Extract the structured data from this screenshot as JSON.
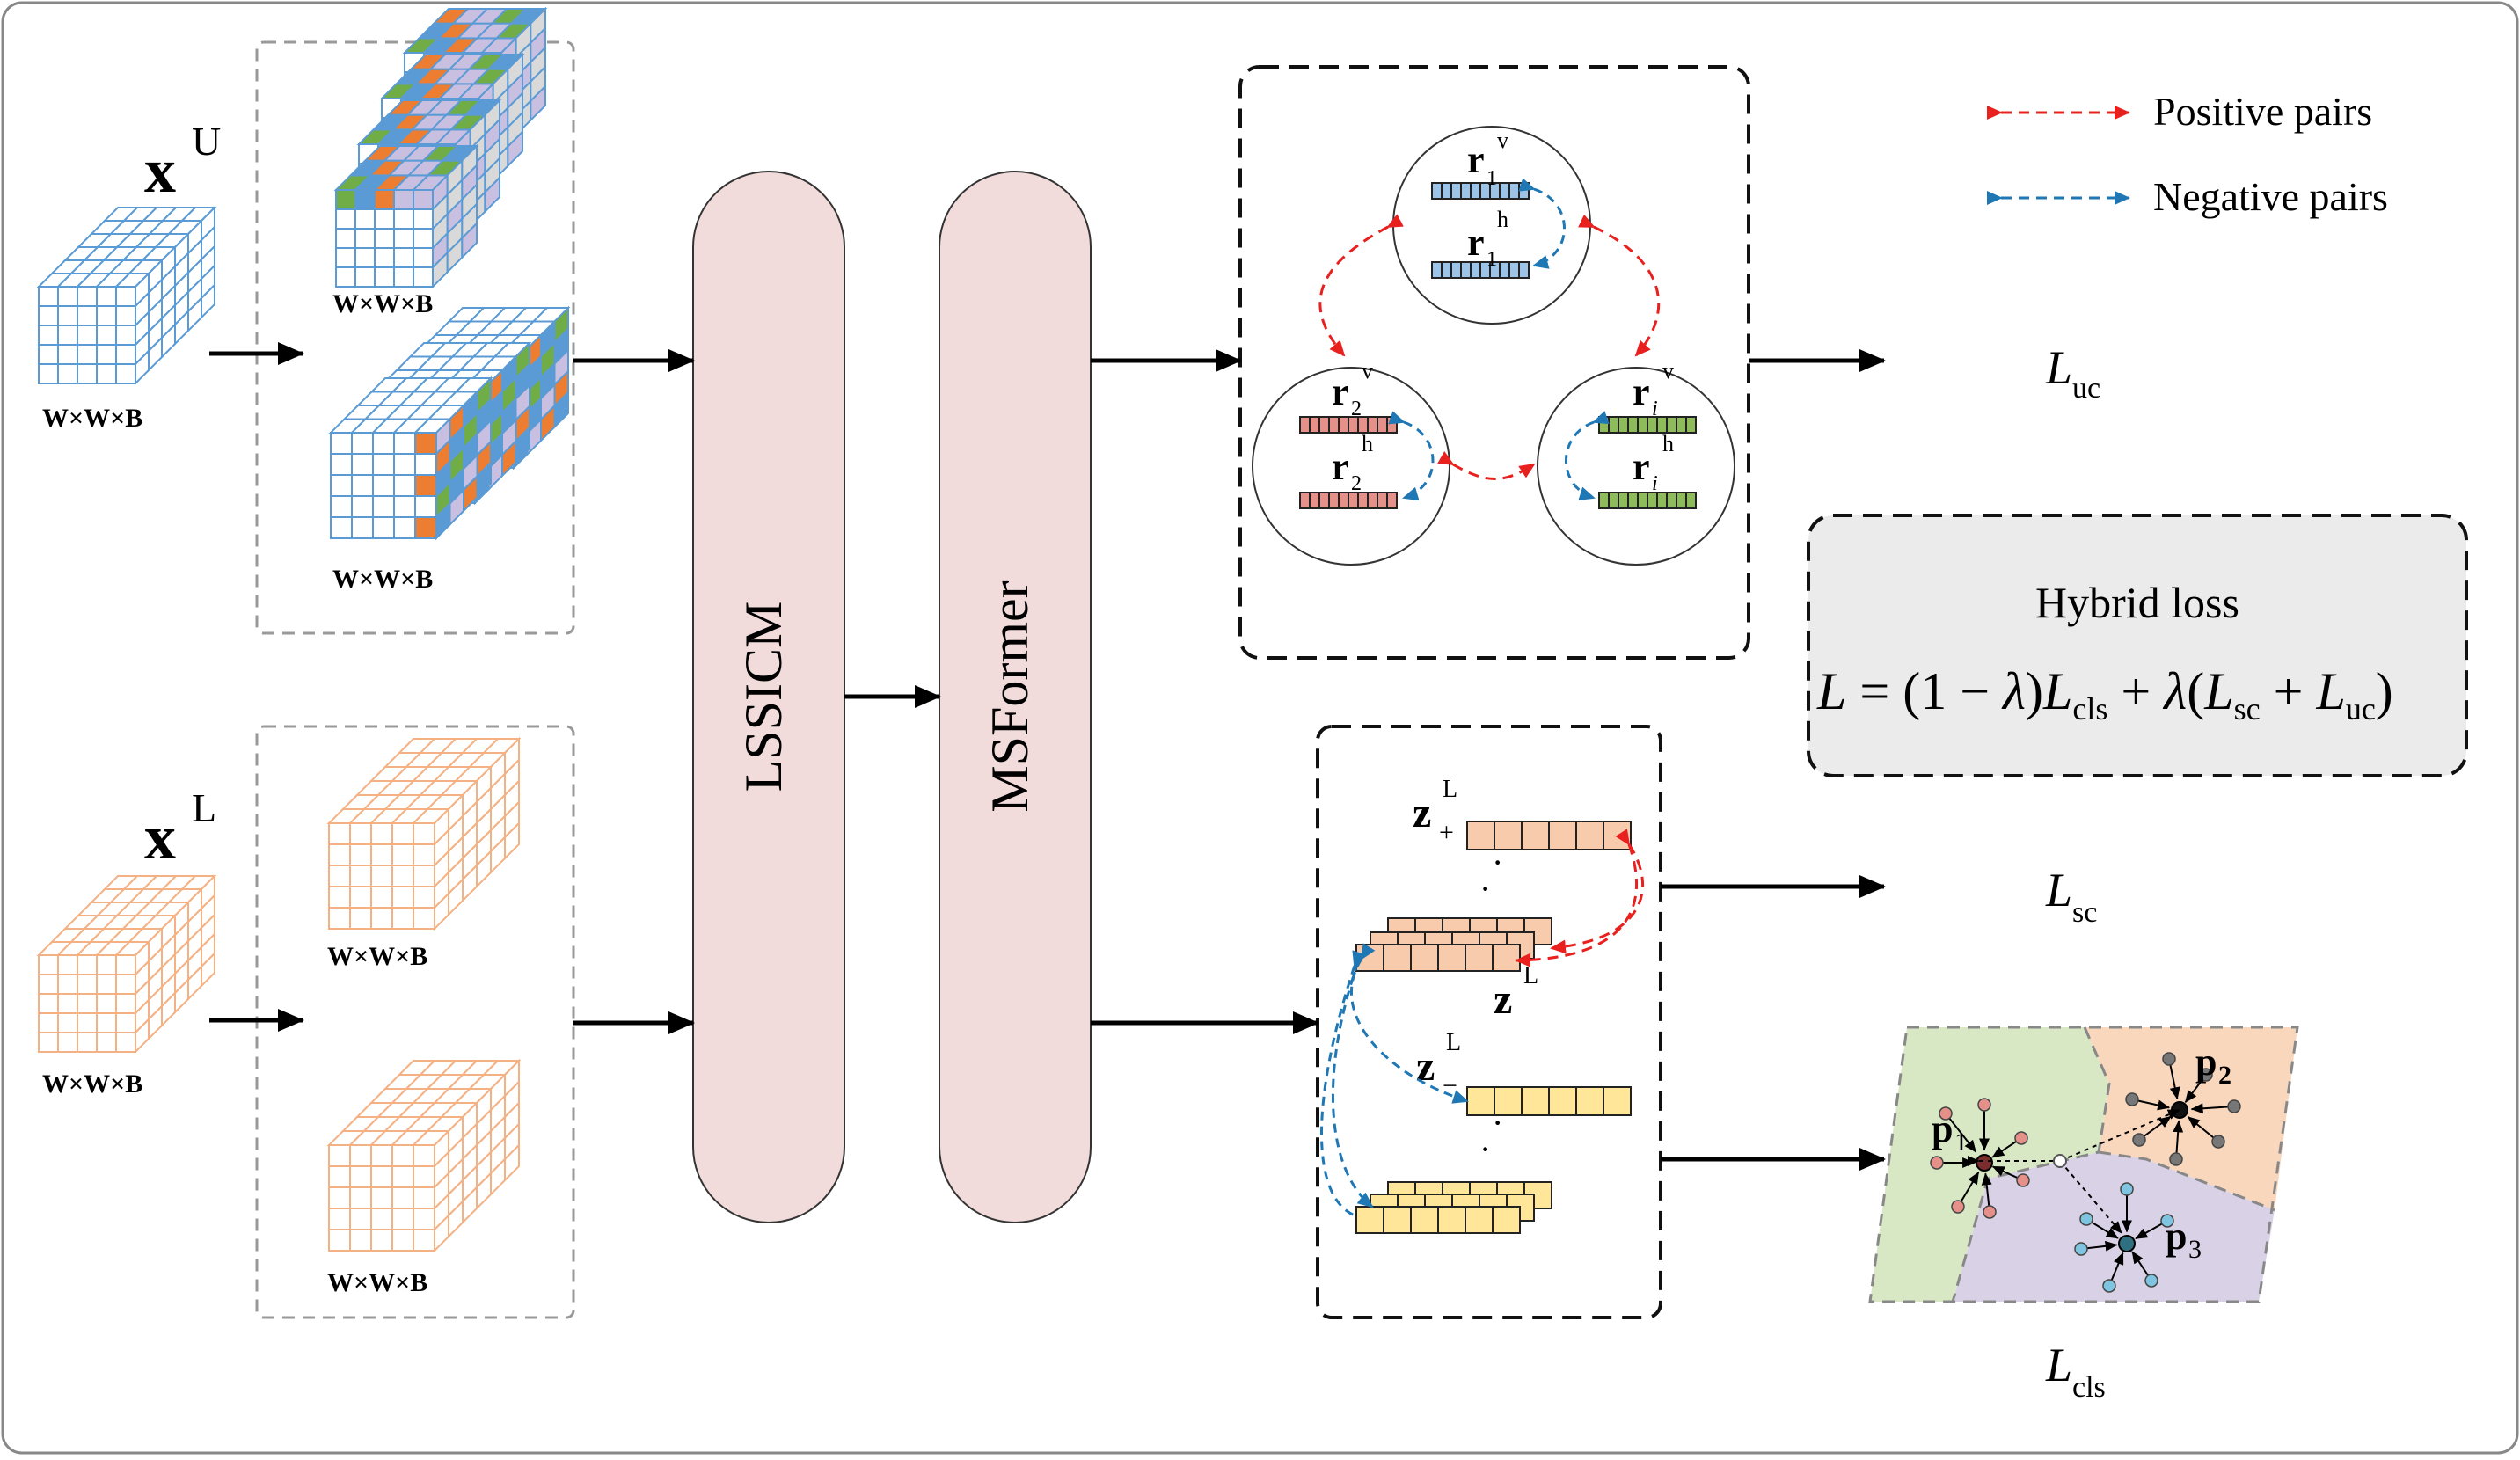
{
  "inputs": {
    "unlabeled_symbol": "x",
    "unlabeled_sup": "U",
    "labeled_symbol": "x",
    "labeled_sup": "L",
    "cube_dims": "W×W×B"
  },
  "modules": {
    "lssicm": "LSSICM",
    "msformer": "MSFormer"
  },
  "legend": {
    "positive": "Positive pairs",
    "negative": "Negative pairs"
  },
  "reps": {
    "r": "r",
    "sup_v": "v",
    "sup_h": "h",
    "sub_1": "1",
    "sub_2": "2",
    "sub_i": "i"
  },
  "features": {
    "z": "z",
    "sup_L": "L",
    "sub_plus": "+",
    "sub_minus": "−",
    "ellipsis": "·",
    "ellipsis_2": "·",
    "ellipsis_3": "·",
    "ellipsis_4": "·"
  },
  "losses": {
    "L": "L",
    "uc": "uc",
    "sc": "sc",
    "cls": "cls"
  },
  "hybrid": {
    "title": "Hybrid loss",
    "eq_L": "L",
    "eq_eq": " = (1 − ",
    "eq_lambda1": "λ",
    "eq_mid1": ")",
    "eq_L2": "L",
    "eq_cls": "cls",
    "eq_plus": " + ",
    "eq_lambda2": "λ",
    "eq_open": "(",
    "eq_L3": "L",
    "eq_sc": "sc",
    "eq_plus2": " + ",
    "eq_L4": "L",
    "eq_uc": "uc",
    "eq_close": ")"
  },
  "prototypes": {
    "p": "p",
    "sub_1": "1",
    "sub_2": "2",
    "sub_3": "3"
  },
  "colors": {
    "blue_cube": "#5b9bd5",
    "orange_cube": "#f4b183",
    "module_fill": "#f2dcdb",
    "positive": "#e8201e",
    "negative": "#1f77b4",
    "r1_bar": "#9dc3e6",
    "r2_bar": "#e6908a",
    "ri_bar": "#8fbc5a",
    "zpos_bar": "#f8cbad",
    "zneg_bar": "#ffe699",
    "region_green": "#d9e8c4",
    "region_orange": "#f9d7bd",
    "region_purple": "#d9d2e6",
    "hybrid_box": "#ebebeb"
  }
}
